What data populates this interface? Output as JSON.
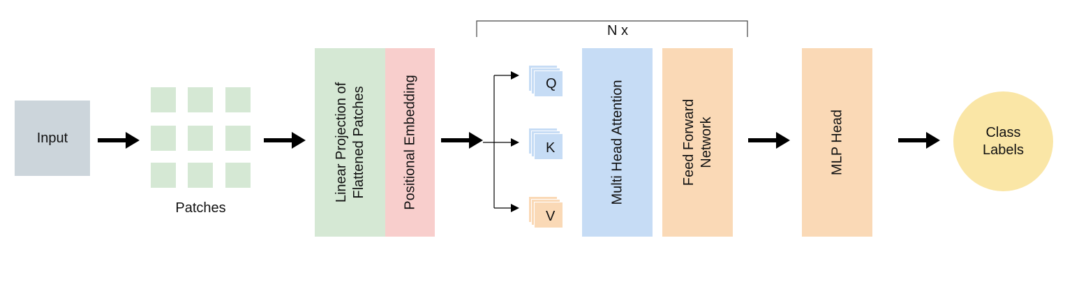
{
  "input": {
    "label": "Input"
  },
  "patches": {
    "label": "Patches"
  },
  "linear_projection": {
    "line1": "Linear Projection of",
    "line2": "Flattened Patches"
  },
  "positional_embedding": {
    "label": "Positional Embedding"
  },
  "repeat": {
    "label": "N x"
  },
  "qkv": {
    "q": "Q",
    "k": "K",
    "v": "V"
  },
  "attention": {
    "label": "Multi Head Attention"
  },
  "ffn": {
    "line1": "Feed Forward",
    "line2": "Network"
  },
  "mlp_head": {
    "label": "MLP Head"
  },
  "output": {
    "line1": "Class",
    "line2": "Labels"
  },
  "colors": {
    "input": "#ccd5db",
    "patch": "#d5e8d4",
    "linear_projection": "#d5e8d4",
    "positional_embedding": "#f8cecc",
    "query_key": "#c6dcf5",
    "value": "#fad9b6",
    "attention": "#c6dcf5",
    "ffn": "#fad9b6",
    "mlp_head": "#fad9b6",
    "output": "#fae6a6"
  }
}
